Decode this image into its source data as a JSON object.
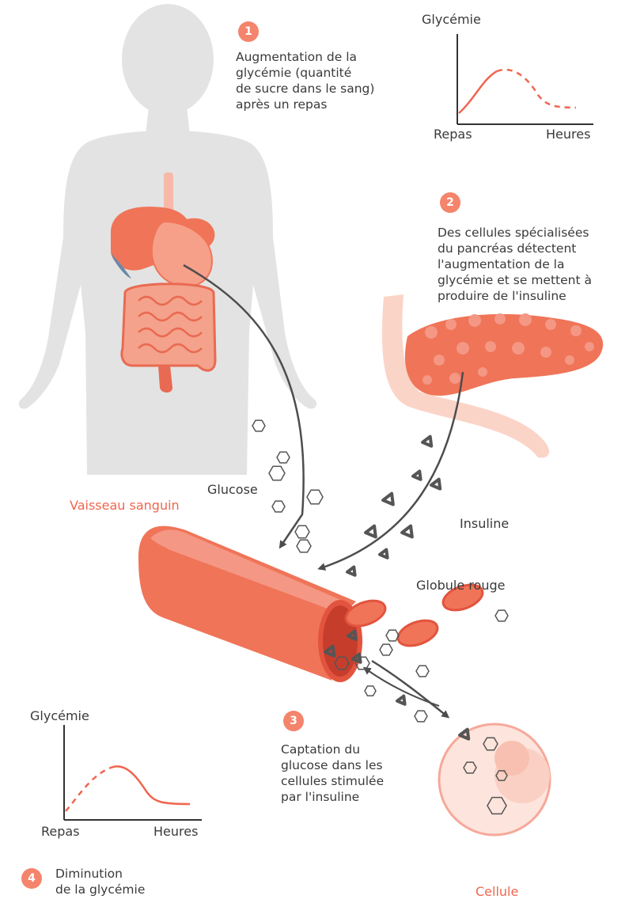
{
  "steps": [
    {
      "number": "1",
      "text": "Augmentation de la\nglycémie (quantité\nde sucre dans le sang)\naprès un repas"
    },
    {
      "number": "2",
      "text": "Des cellules spécialisées\ndu pancréas détectent\nl'augmentation de la\nglycémie et se mettent à\nproduire de l'insuline"
    },
    {
      "number": "3",
      "text": "Captation du\nglucose dans les\ncellules stimulée\npar l'insuline"
    },
    {
      "number": "4",
      "text": "Diminution\nde la glycémie"
    }
  ],
  "labels": {
    "glucose": "Glucose",
    "vessel": "Vaisseau sanguin",
    "insulin": "Insuline",
    "red_cell": "Globule rouge",
    "cell": "Cellule"
  },
  "graphs": {
    "top": {
      "ylabel": "Glycémie",
      "x_start": "Repas",
      "x_end": "Heures"
    },
    "bottom": {
      "ylabel": "Glycémie",
      "x_start": "Repas",
      "x_end": "Heures"
    }
  },
  "colors": {
    "accent": "#f4846b",
    "label_red": "#f0664f",
    "panel_bg": "#fde4dc",
    "silhouette": "#e3e3e3",
    "curve": "#f0664f"
  }
}
